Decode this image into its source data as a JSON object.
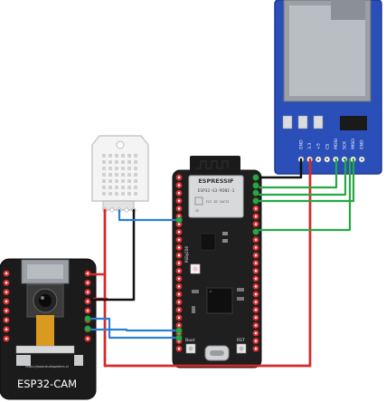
{
  "sd_module": {
    "pin_labels": [
      "GND",
      "3.3",
      "+5",
      "CS",
      "MOSI",
      "SCK",
      "MISO",
      "GND"
    ]
  },
  "esp32_devkit": {
    "brand": "ESPRESSIF",
    "module_model": "ESP32-S3-MINI-1",
    "led_label": "RGB@IO8",
    "button_left": "Boot",
    "button_right": "RST"
  },
  "esp32_cam": {
    "label": "ESP32-CAM",
    "website": "https://www.studiopieters.nl"
  },
  "wire_colors": {
    "red": "#d62828",
    "black": "#111111",
    "green": "#27a844",
    "blue": "#2f7fd1"
  }
}
